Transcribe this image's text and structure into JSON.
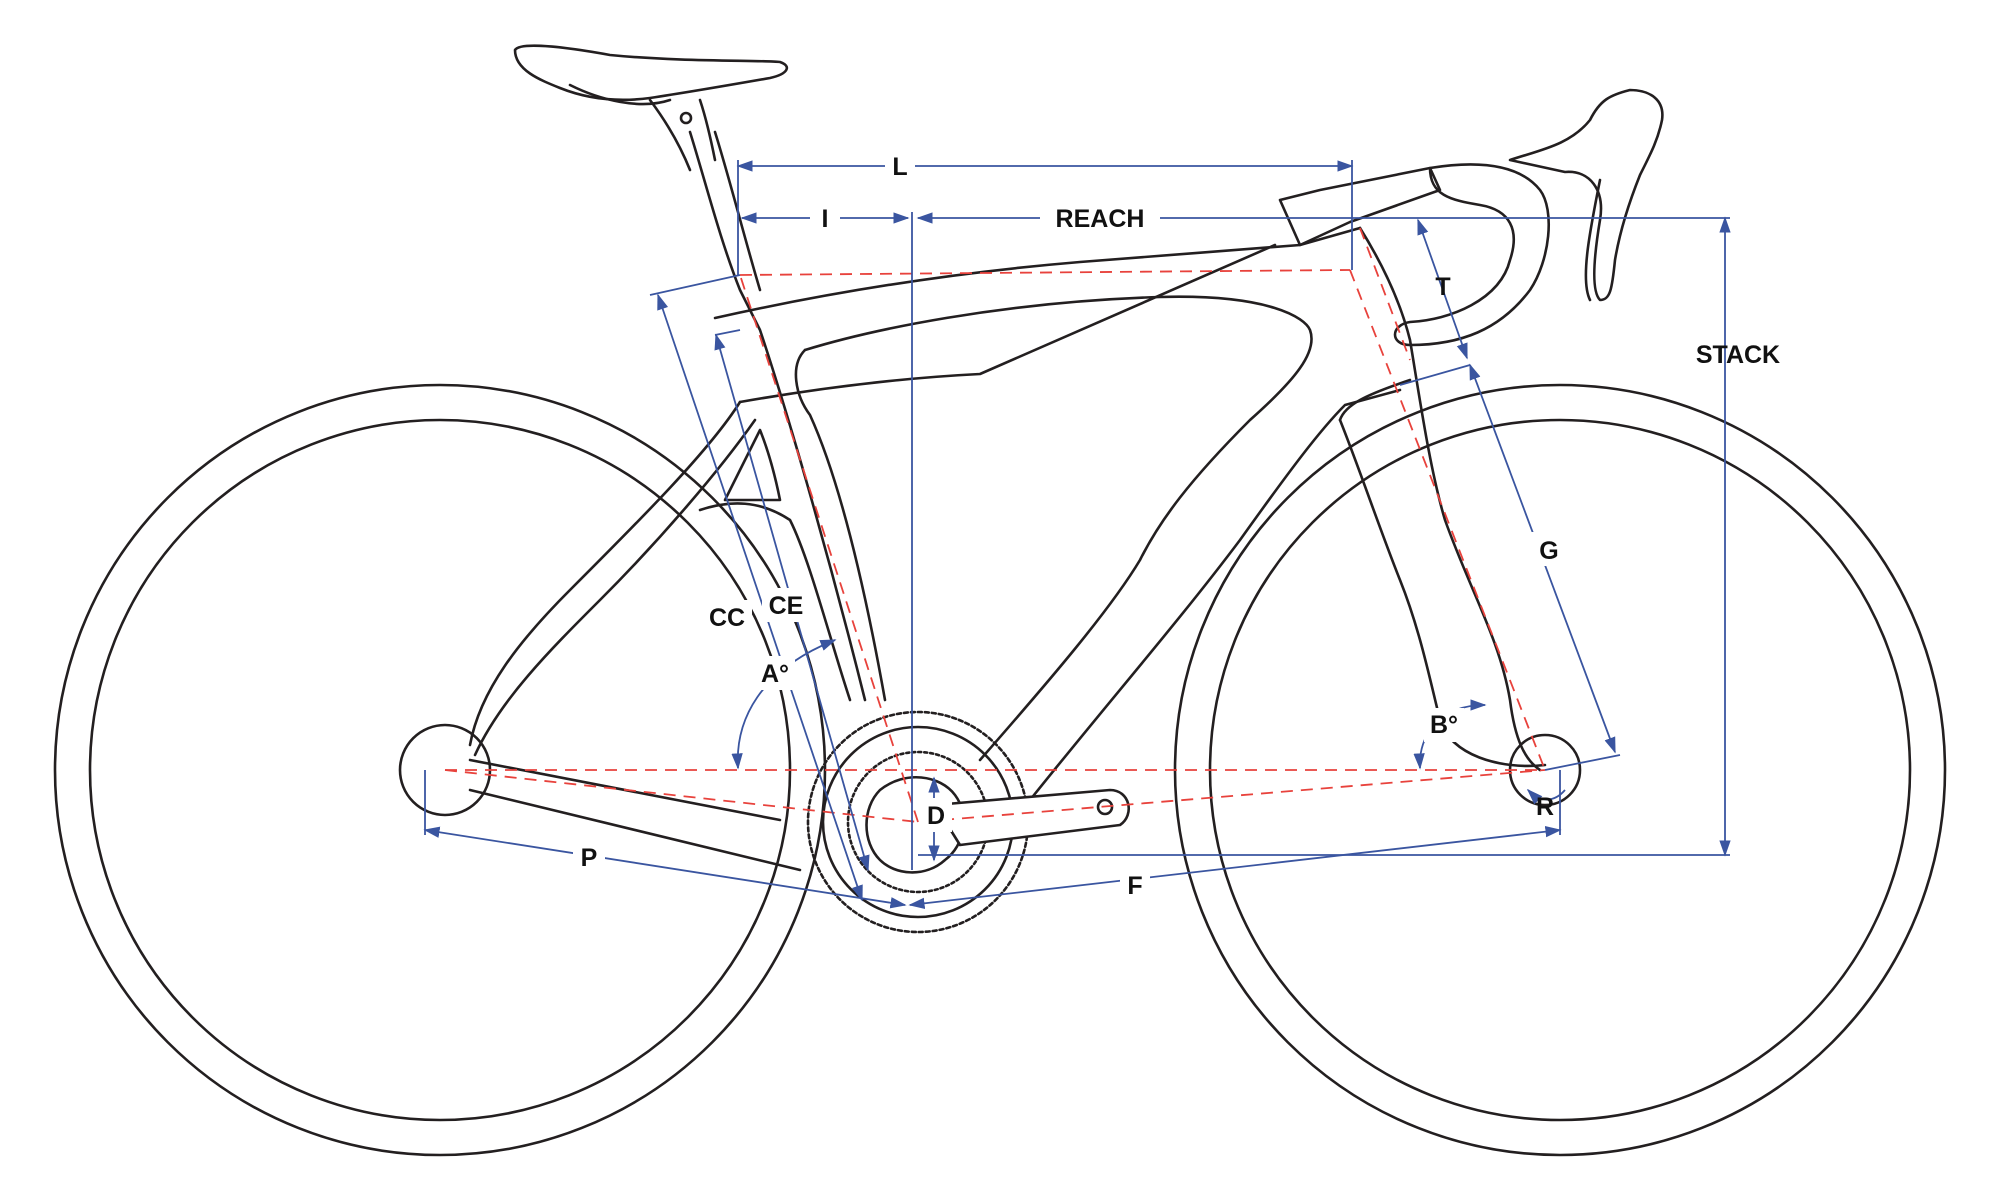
{
  "colors": {
    "frame": "#231f20",
    "geometry": "#e8423c",
    "dimension": "#3a55a0",
    "background": "#ffffff"
  },
  "labels": {
    "L": "L",
    "I": "I",
    "REACH": "REACH",
    "T": "T",
    "STACK": "STACK",
    "G": "G",
    "CC": "CC",
    "CE": "CE",
    "A": "A°",
    "B": "B°",
    "D": "D",
    "R": "R",
    "P": "P",
    "F": "F"
  }
}
